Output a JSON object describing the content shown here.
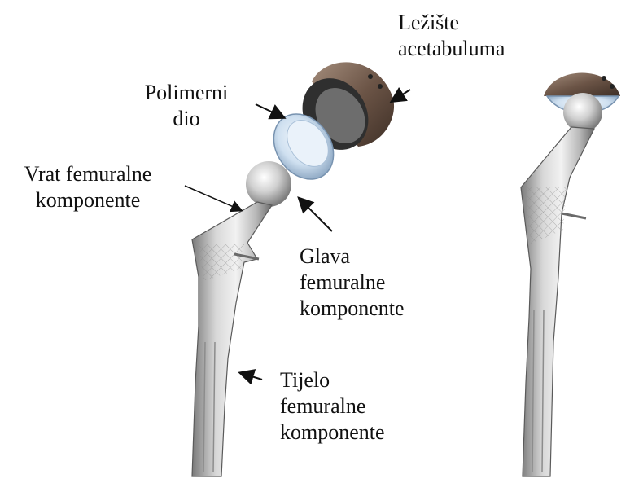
{
  "labels": {
    "acetabular_cup": [
      "Ležište",
      "acetabuluma"
    ],
    "polymer_liner": [
      "Polimerni",
      "dio"
    ],
    "femoral_neck": [
      "Vrat femuralne",
      "komponente"
    ],
    "femoral_head": [
      "Glava",
      "femuralne",
      "komponente"
    ],
    "femoral_stem": [
      "Tijelo",
      "femuralne",
      "komponente"
    ]
  },
  "colors": {
    "metal_light": "#e8e8e8",
    "metal_mid": "#b9b9b9",
    "metal_dark": "#6e6e6e",
    "cup_bronze": "#6b5446",
    "liner_blue": "#cfe0f0",
    "text": "#111111"
  }
}
